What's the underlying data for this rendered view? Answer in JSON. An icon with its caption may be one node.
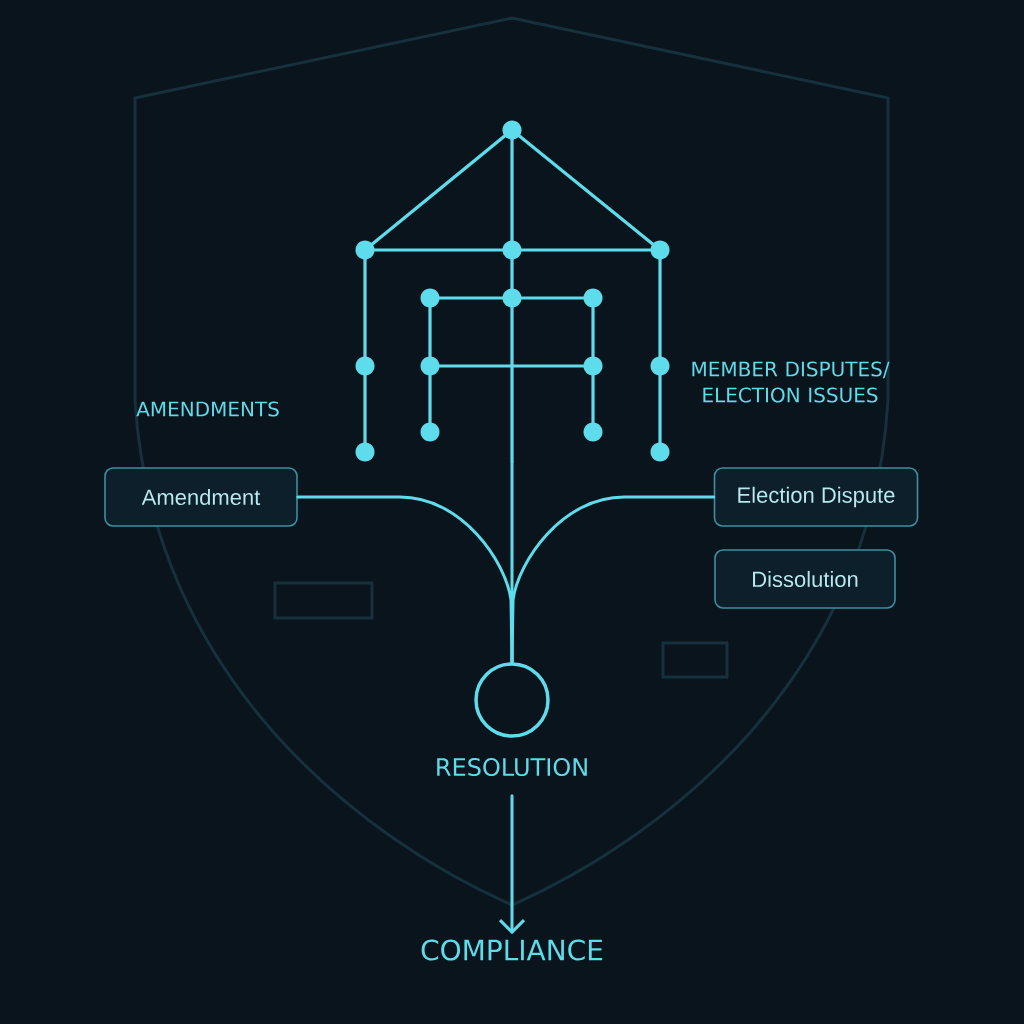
{
  "diagram": {
    "nodes": [
      {
        "text": [],
        "shape": "picture"
      },
      {
        "text": [
          "Amendment"
        ]
      },
      {
        "text": [
          "Election Dispute"
        ]
      },
      {
        "text": [
          "Dissolution"
        ]
      },
      {
        "text": [],
        "shape": "circle",
        "beside": [
          "RESOLUTION"
        ]
      },
      {
        "text": [
          "COMPLIANCE"
        ]
      }
    ],
    "edges": [
      {
        "from": 0,
        "to": 4,
        "arrow": "none"
      },
      {
        "from": 1,
        "to": 4,
        "arrow": "none"
      },
      {
        "from": 2,
        "to": 4,
        "arrow": "none"
      },
      {
        "from": 4,
        "to": 5,
        "arrow": "to"
      }
    ],
    "labels": [
      "AMENDMENTS",
      "MEMBER DISPUTES/ ELECTION ISSUES"
    ]
  }
}
